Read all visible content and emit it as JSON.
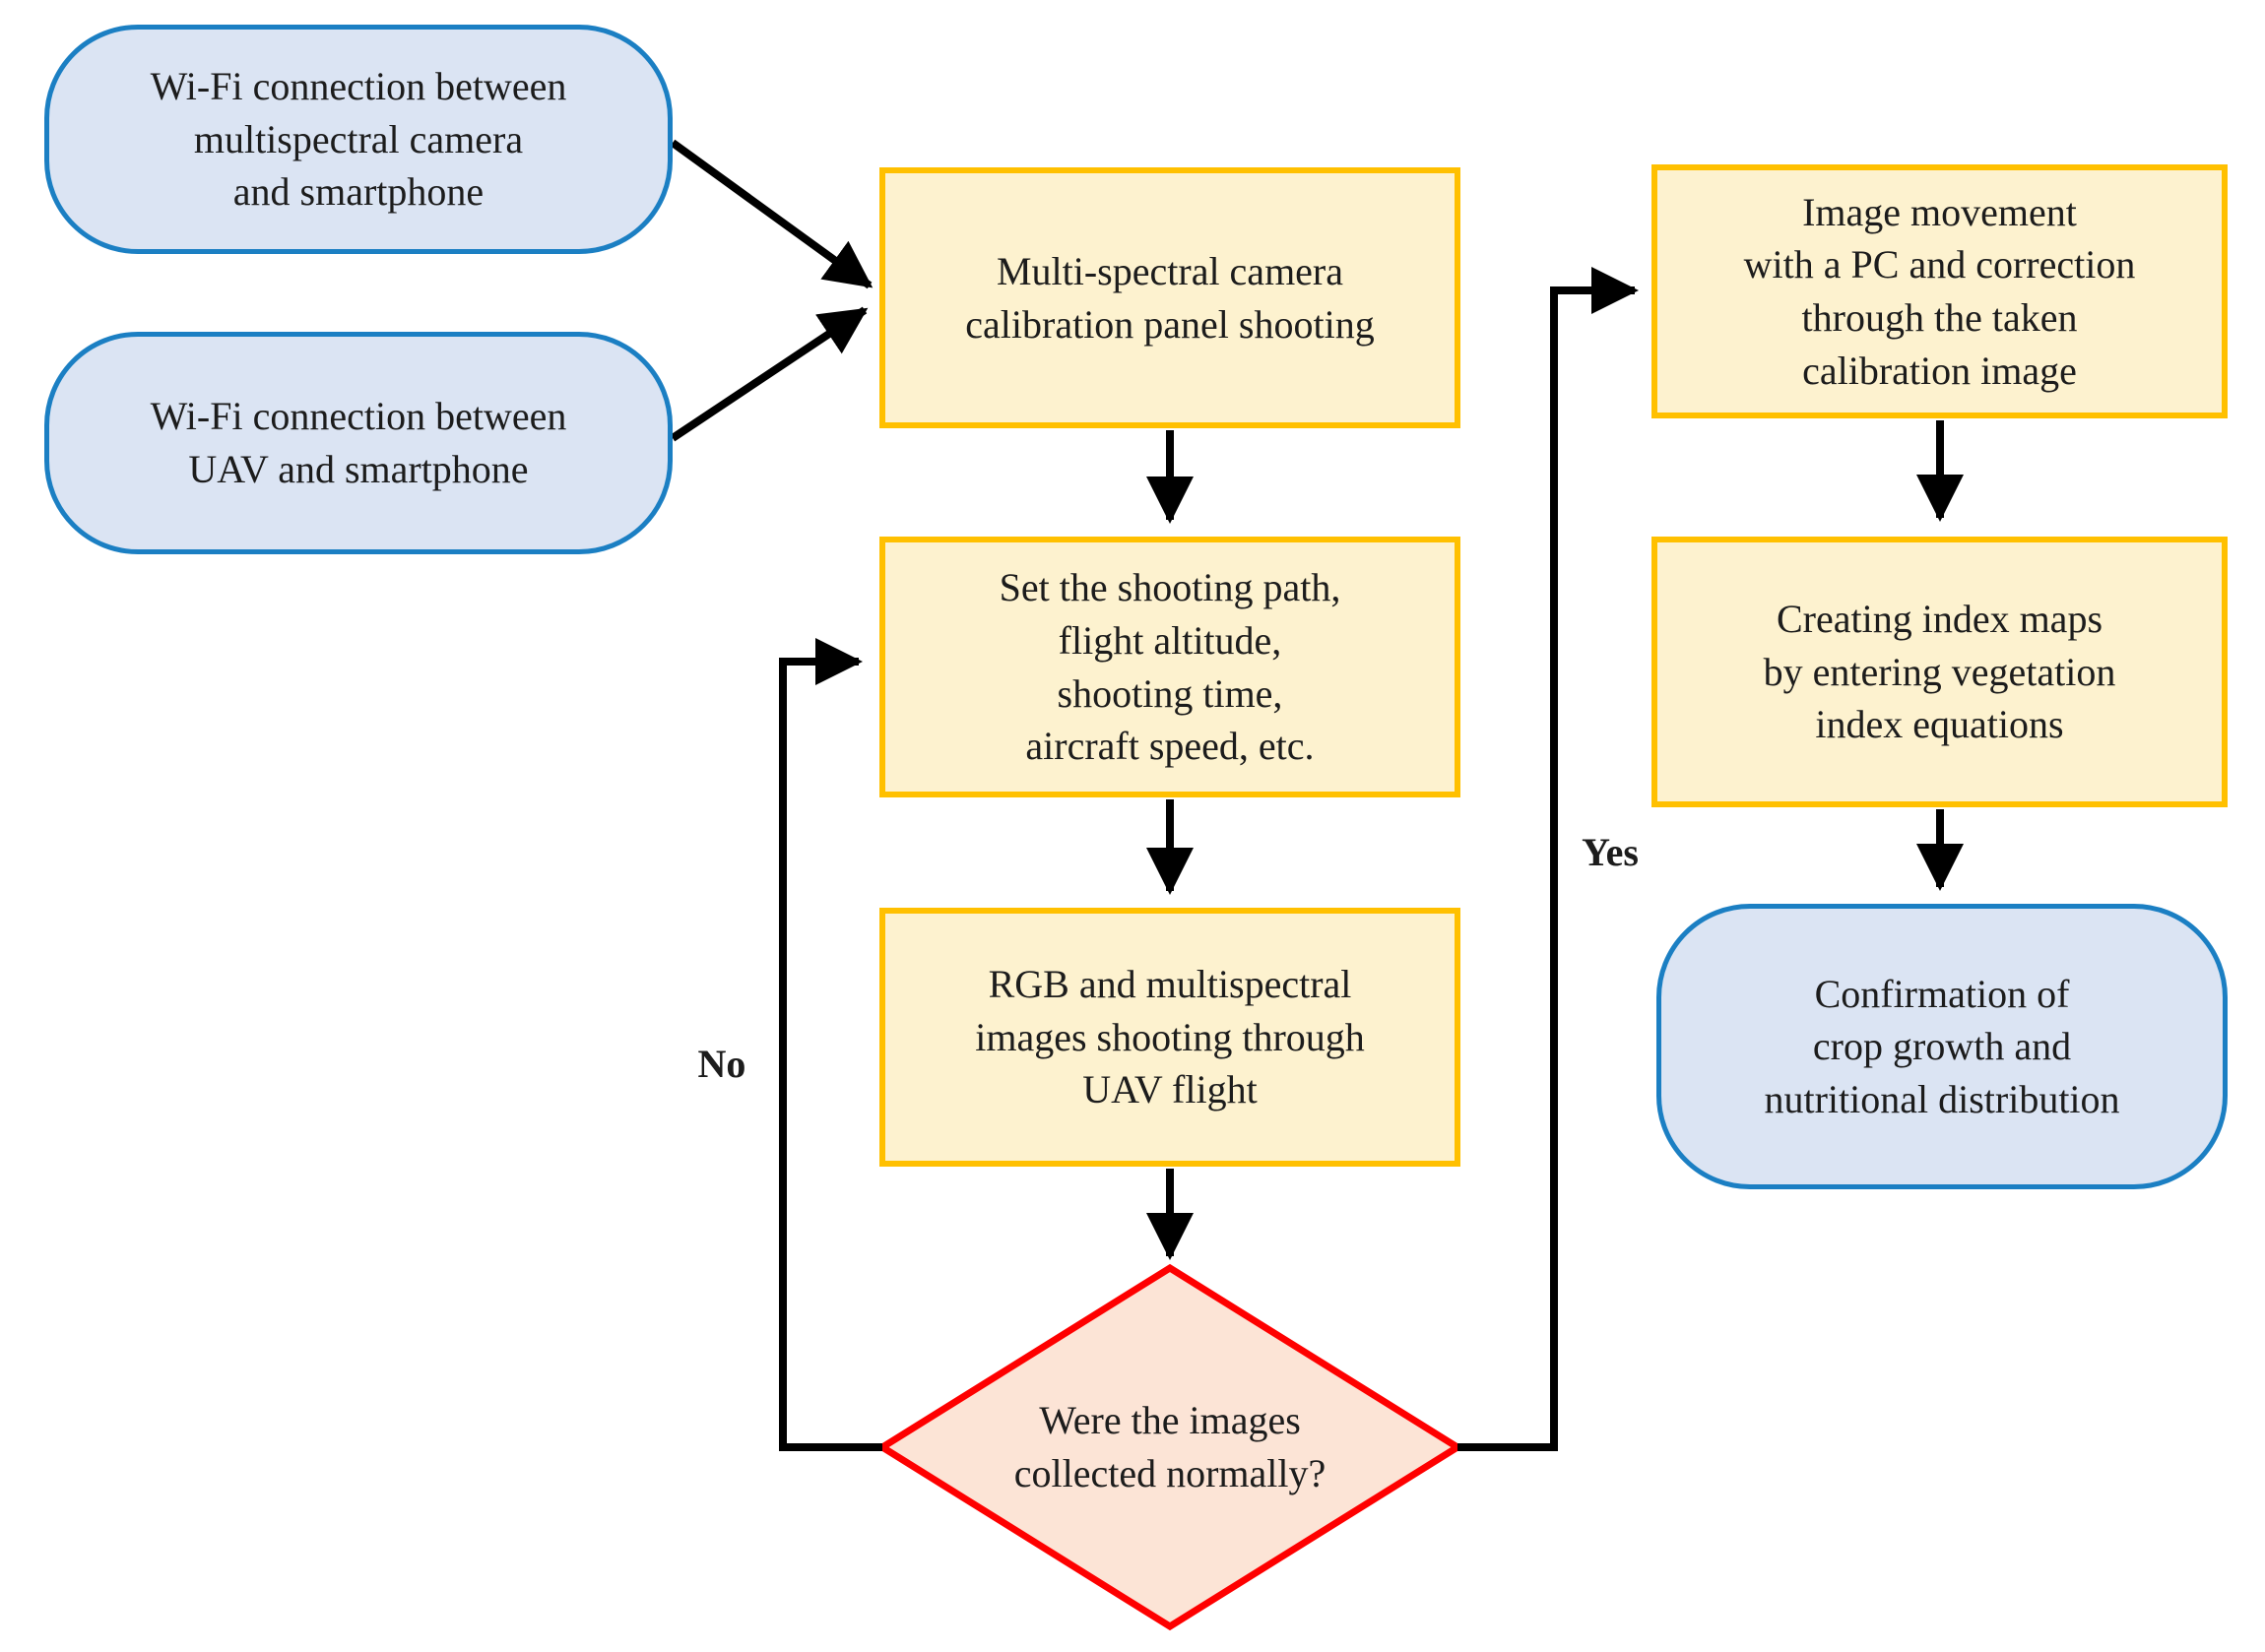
{
  "figure": {
    "type": "flowchart",
    "description": "UAV multispectral image acquisition and processing workflow"
  },
  "colors": {
    "bg": "#ffffff",
    "text": "#1c1c1c",
    "terminal-fill": "#dbe4f3",
    "terminal-border": "#1b7fc3",
    "process-fill": "#fdf2cf",
    "process-border": "#ffc000",
    "decision-fill": "#fce4d6",
    "decision-border": "#fe0000",
    "connector": "#000000"
  },
  "nodes": {
    "wifi_camera": {
      "label": "Wi-Fi connection between\nmultispectral camera\nand smartphone"
    },
    "wifi_uav": {
      "label": "Wi-Fi connection between\nUAV and smartphone"
    },
    "calibration_shooting": {
      "label": "Multi-spectral camera\ncalibration panel shooting"
    },
    "set_path": {
      "label": "Set the shooting path,\nflight altitude,\nshooting time,\naircraft speed, etc."
    },
    "rgb_shooting": {
      "label": "RGB and multispectral\nimages shooting through\nUAV flight"
    },
    "decision": {
      "label": "Were the images\ncollected normally?"
    },
    "image_movement": {
      "label": "Image movement\nwith a PC and correction\nthrough the taken\ncalibration image"
    },
    "index_maps": {
      "label": "Creating index maps\nby entering vegetation\nindex equations"
    },
    "confirmation": {
      "label": "Confirmation of\ncrop growth and\nnutritional distribution"
    }
  },
  "edges": {
    "no_label": "No",
    "yes_label": "Yes"
  }
}
